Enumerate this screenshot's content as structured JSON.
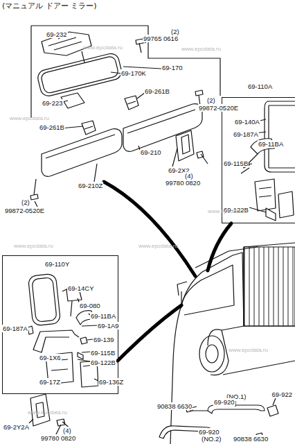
{
  "diagram": {
    "title": "(マニュアル ドアー ミラー)",
    "nodes": [
      {
        "text": [
          "69-110A"
        ]
      },
      {
        "text": [
          "69-110Y"
        ]
      }
    ],
    "labels": [
      "69-232",
      "99765 0616",
      "(2)",
      "69-170",
      "69-170K",
      "69-223",
      "69-261B",
      "99872-0520E",
      "(2)",
      "69-261B",
      "69-210",
      "69-2X2",
      "99780 0820",
      "(4)",
      "69-210Z",
      "99872-0520E",
      "(2)",
      "69-140A",
      "69-187A",
      "69-11BA",
      "69-115B",
      "69-122B",
      "69-14CY",
      "69-080",
      "69-11BA",
      "69-1A9",
      "69-187A",
      "69-139",
      "69-115B",
      "69-1X6",
      "69-122B",
      "69-17Z",
      "69-136Z",
      "69-2Y2A",
      "99780 0820",
      "(4)",
      "90838 6630",
      "(NO.1)",
      "69-920",
      "69-922",
      "(NO.2)",
      "69-920",
      "90838 6630",
      "www.epcdata.ru",
      "www.epcdata.ru",
      "www.epcdata.ru",
      "www.epcdata.ru",
      "www.epcdata.ru",
      "www.epcdata.ru",
      "www.epcdata.ru",
      "www.epcdata.ru"
    ]
  }
}
